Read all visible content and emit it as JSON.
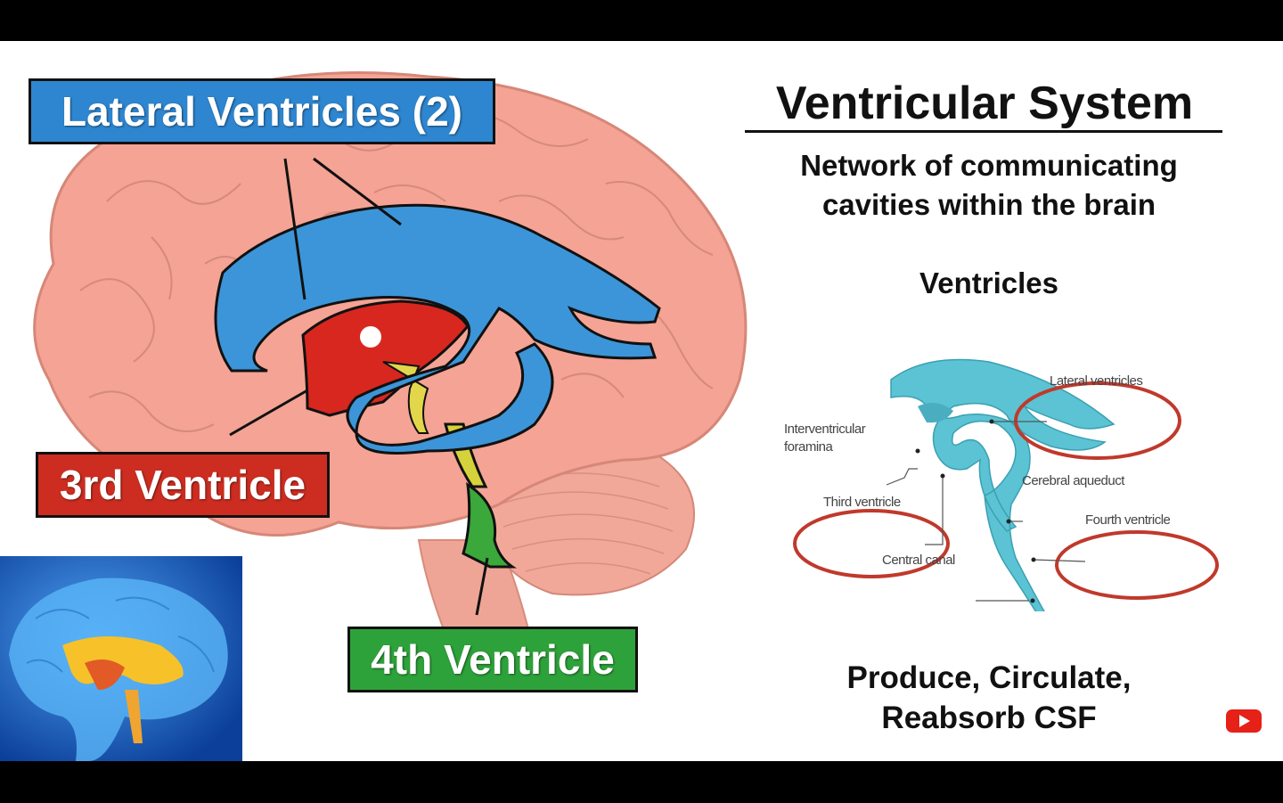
{
  "labels": {
    "lateral": "Lateral Ventricles (2)",
    "third": "3rd Ventricle",
    "fourth": "4th Ventricle"
  },
  "right": {
    "title": "Ventricular System",
    "subtitle_line1": "Network of communicating",
    "subtitle_line2": "cavities within the brain",
    "ventricles_heading": "Ventricles",
    "footer_line1": "Produce, Circulate,",
    "footer_line2": "Reabsorb CSF"
  },
  "mini_diagram": {
    "lateral_ventricles": "Lateral ventricles",
    "interventricular_line1": "Interventricular",
    "interventricular_line2": "foramina",
    "cerebral_aqueduct": "Cerebral aqueduct",
    "third_ventricle": "Third ventricle",
    "fourth_ventricle": "Fourth ventricle",
    "central_canal": "Central canal"
  },
  "colors": {
    "lateral": "#2e86d0",
    "third": "#cc2d20",
    "fourth": "#2ea23a",
    "brain": "#f4a394",
    "mini_ventricle": "#5bc3d3",
    "highlight_ring": "#c0392b"
  },
  "icons": [
    "brain-illustration",
    "brain-inset-image",
    "youtube-logo-icon"
  ]
}
